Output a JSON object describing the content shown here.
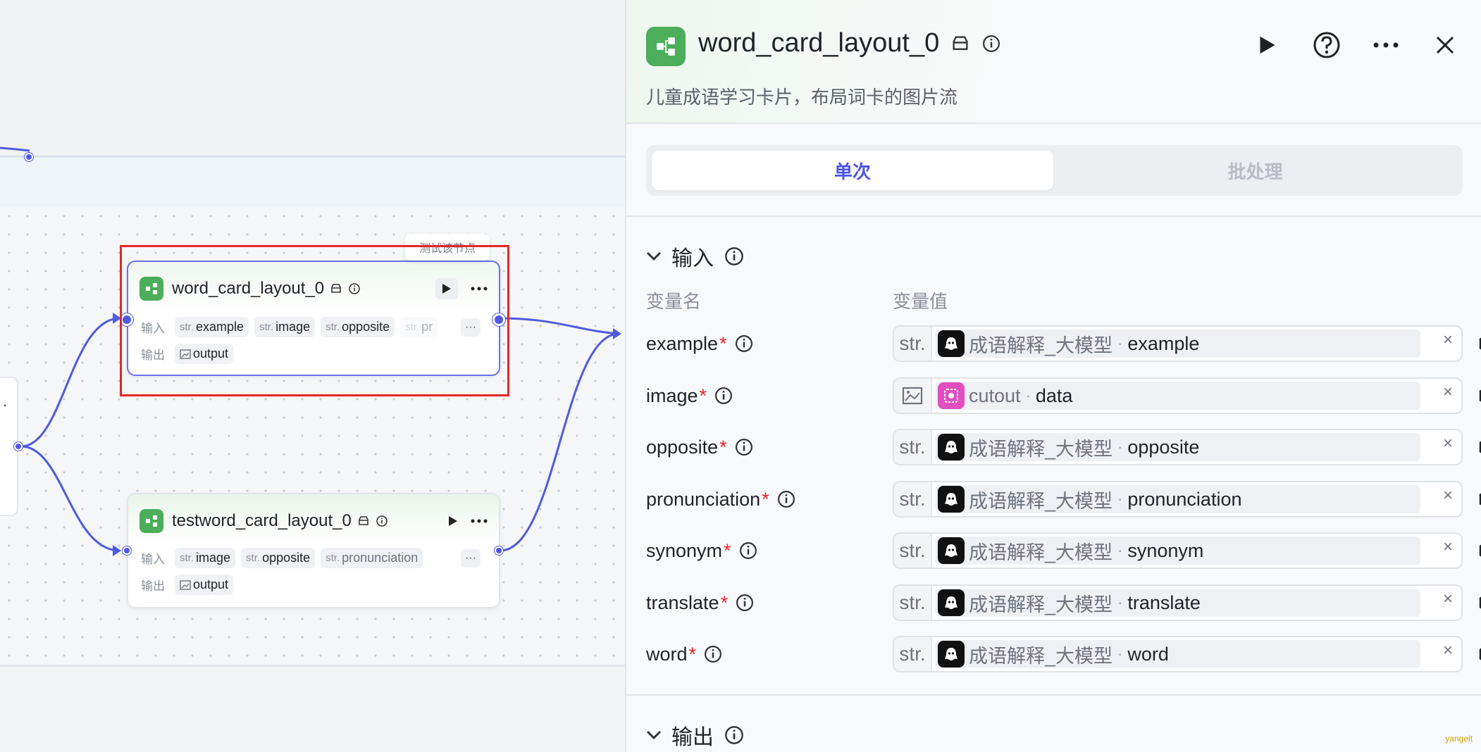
{
  "canvas": {
    "tooltip": "测试该节点",
    "selected_node": {
      "title": "word_card_layout_0",
      "input_label": "输入",
      "output_label": "输出",
      "inputs": [
        {
          "type": "str.",
          "name": "example"
        },
        {
          "type": "str.",
          "name": "image"
        },
        {
          "type": "str.",
          "name": "opposite"
        },
        {
          "type": "str.",
          "name": "pr"
        }
      ],
      "output": "output",
      "more": "···"
    },
    "test_node": {
      "title": "testword_card_layout_0",
      "input_label": "输入",
      "output_label": "输出",
      "inputs": [
        {
          "type": "str.",
          "name": "image"
        },
        {
          "type": "str.",
          "name": "opposite"
        },
        {
          "type": "str.",
          "name": "pronunciation"
        }
      ],
      "output": "output",
      "more": "···"
    },
    "left_stub_text": "."
  },
  "panel": {
    "title": "word_card_layout_0",
    "description": "儿童成语学习卡片，布局词卡的图片流",
    "tabs": {
      "single": "单次",
      "batch": "批处理"
    },
    "input_section": "输入",
    "output_section": "输出",
    "col_name": "变量名",
    "col_value": "变量值",
    "variables": [
      {
        "name": "example",
        "required": "*",
        "type": "str.",
        "source": "成语解释_大模型",
        "sep": "·",
        "field": "example",
        "clear": "×"
      },
      {
        "name": "image",
        "required": "*",
        "type": "image",
        "source": "cutout",
        "sep": "·",
        "field": "data",
        "clear": "×"
      },
      {
        "name": "opposite",
        "required": "*",
        "type": "str.",
        "source": "成语解释_大模型",
        "sep": "·",
        "field": "opposite",
        "clear": "×"
      },
      {
        "name": "pronunciation",
        "required": "*",
        "type": "str.",
        "source": "成语解释_大模型",
        "sep": "·",
        "field": "pronunciation",
        "clear": "×"
      },
      {
        "name": "synonym",
        "required": "*",
        "type": "str.",
        "source": "成语解释_大模型",
        "sep": "·",
        "field": "synonym",
        "clear": "×"
      },
      {
        "name": "translate",
        "required": "*",
        "type": "str.",
        "source": "成语解释_大模型",
        "sep": "·",
        "field": "translate",
        "clear": "×"
      },
      {
        "name": "word",
        "required": "*",
        "type": "str.",
        "source": "成语解释_大模型",
        "sep": "·",
        "field": "word",
        "clear": "×"
      }
    ]
  },
  "watermark": "yangeit"
}
